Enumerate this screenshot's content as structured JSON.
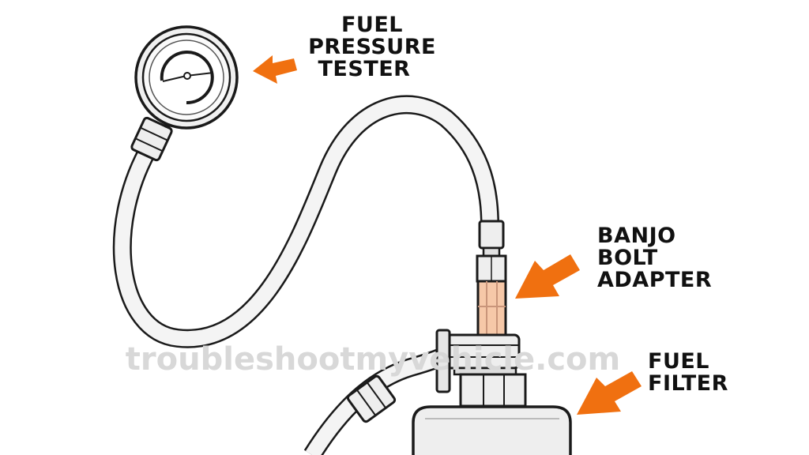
{
  "labels": {
    "tester": [
      "FUEL",
      "PRESSURE",
      "TESTER"
    ],
    "adapter": [
      "BANJO",
      "BOLT",
      "ADAPTER"
    ],
    "filter": [
      "FUEL",
      "FILTER"
    ]
  },
  "watermark": "troubleshootmyvehicle.com",
  "colors": {
    "arrow": "#f07010",
    "adapter": "#f6c8a8",
    "outline": "#1a1a1a",
    "hose": "#f4f4f4",
    "part": "#eeeeee"
  },
  "icons": {
    "pointer": "arrow-icon",
    "gauge": "pressure-gauge-icon"
  }
}
